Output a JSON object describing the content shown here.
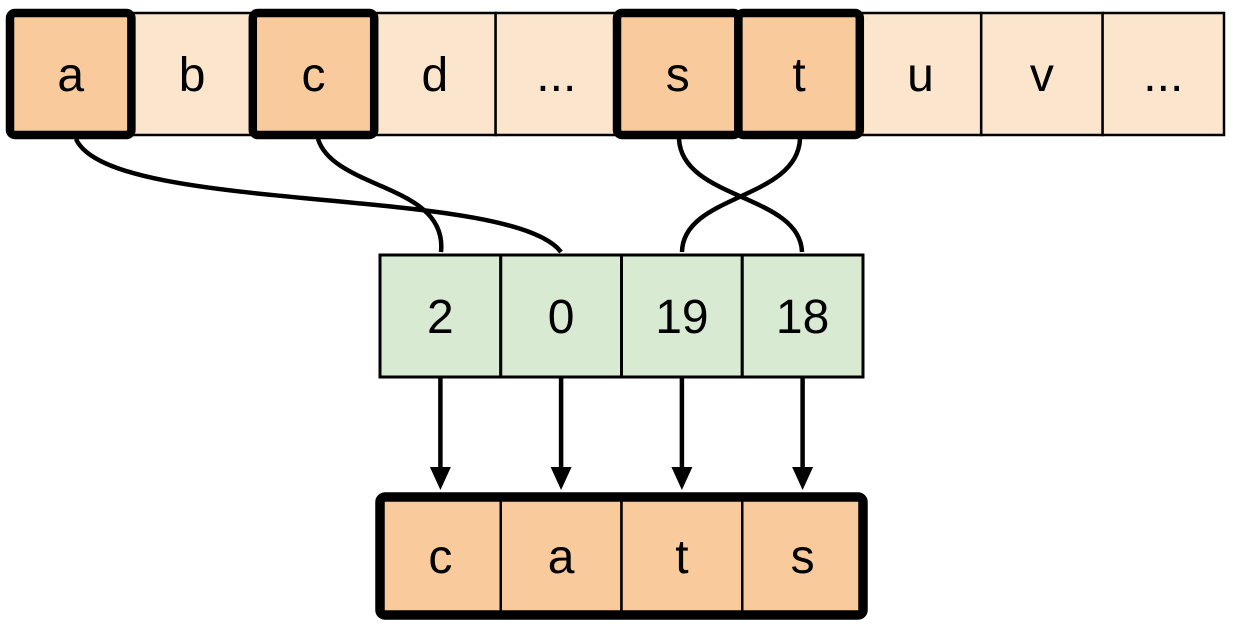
{
  "diagram": {
    "kind": "letter-to-index mapping diagram",
    "alphabet_row": {
      "cells": [
        {
          "label": "a",
          "highlighted": true
        },
        {
          "label": "b",
          "highlighted": false
        },
        {
          "label": "c",
          "highlighted": true
        },
        {
          "label": "d",
          "highlighted": false
        },
        {
          "label": "...",
          "highlighted": false
        },
        {
          "label": "s",
          "highlighted": true
        },
        {
          "label": "t",
          "highlighted": true
        },
        {
          "label": "u",
          "highlighted": false
        },
        {
          "label": "v",
          "highlighted": false
        },
        {
          "label": "...",
          "highlighted": false
        }
      ]
    },
    "index_row": {
      "cells": [
        {
          "value": "2"
        },
        {
          "value": "0"
        },
        {
          "value": "19"
        },
        {
          "value": "18"
        }
      ]
    },
    "output_row": {
      "cells": [
        {
          "label": "c"
        },
        {
          "label": "a"
        },
        {
          "label": "t"
        },
        {
          "label": "s"
        }
      ]
    },
    "connections": {
      "letter_to_index": [
        {
          "from_letter": "a",
          "to_index_value": "0"
        },
        {
          "from_letter": "c",
          "to_index_value": "2"
        },
        {
          "from_letter": "s",
          "to_index_value": "18"
        },
        {
          "from_letter": "t",
          "to_index_value": "19"
        }
      ],
      "index_to_output": [
        {
          "from_index_value": "2",
          "to_output_letter": "c"
        },
        {
          "from_index_value": "0",
          "to_output_letter": "a"
        },
        {
          "from_index_value": "19",
          "to_output_letter": "t"
        },
        {
          "from_index_value": "18",
          "to_output_letter": "s"
        }
      ]
    },
    "colors": {
      "highlight_fill": "#f9cb9c",
      "cell_fill": "#fce5cd",
      "index_fill": "#d9ead3",
      "stroke": "#000000",
      "background": "#ffffff"
    }
  }
}
